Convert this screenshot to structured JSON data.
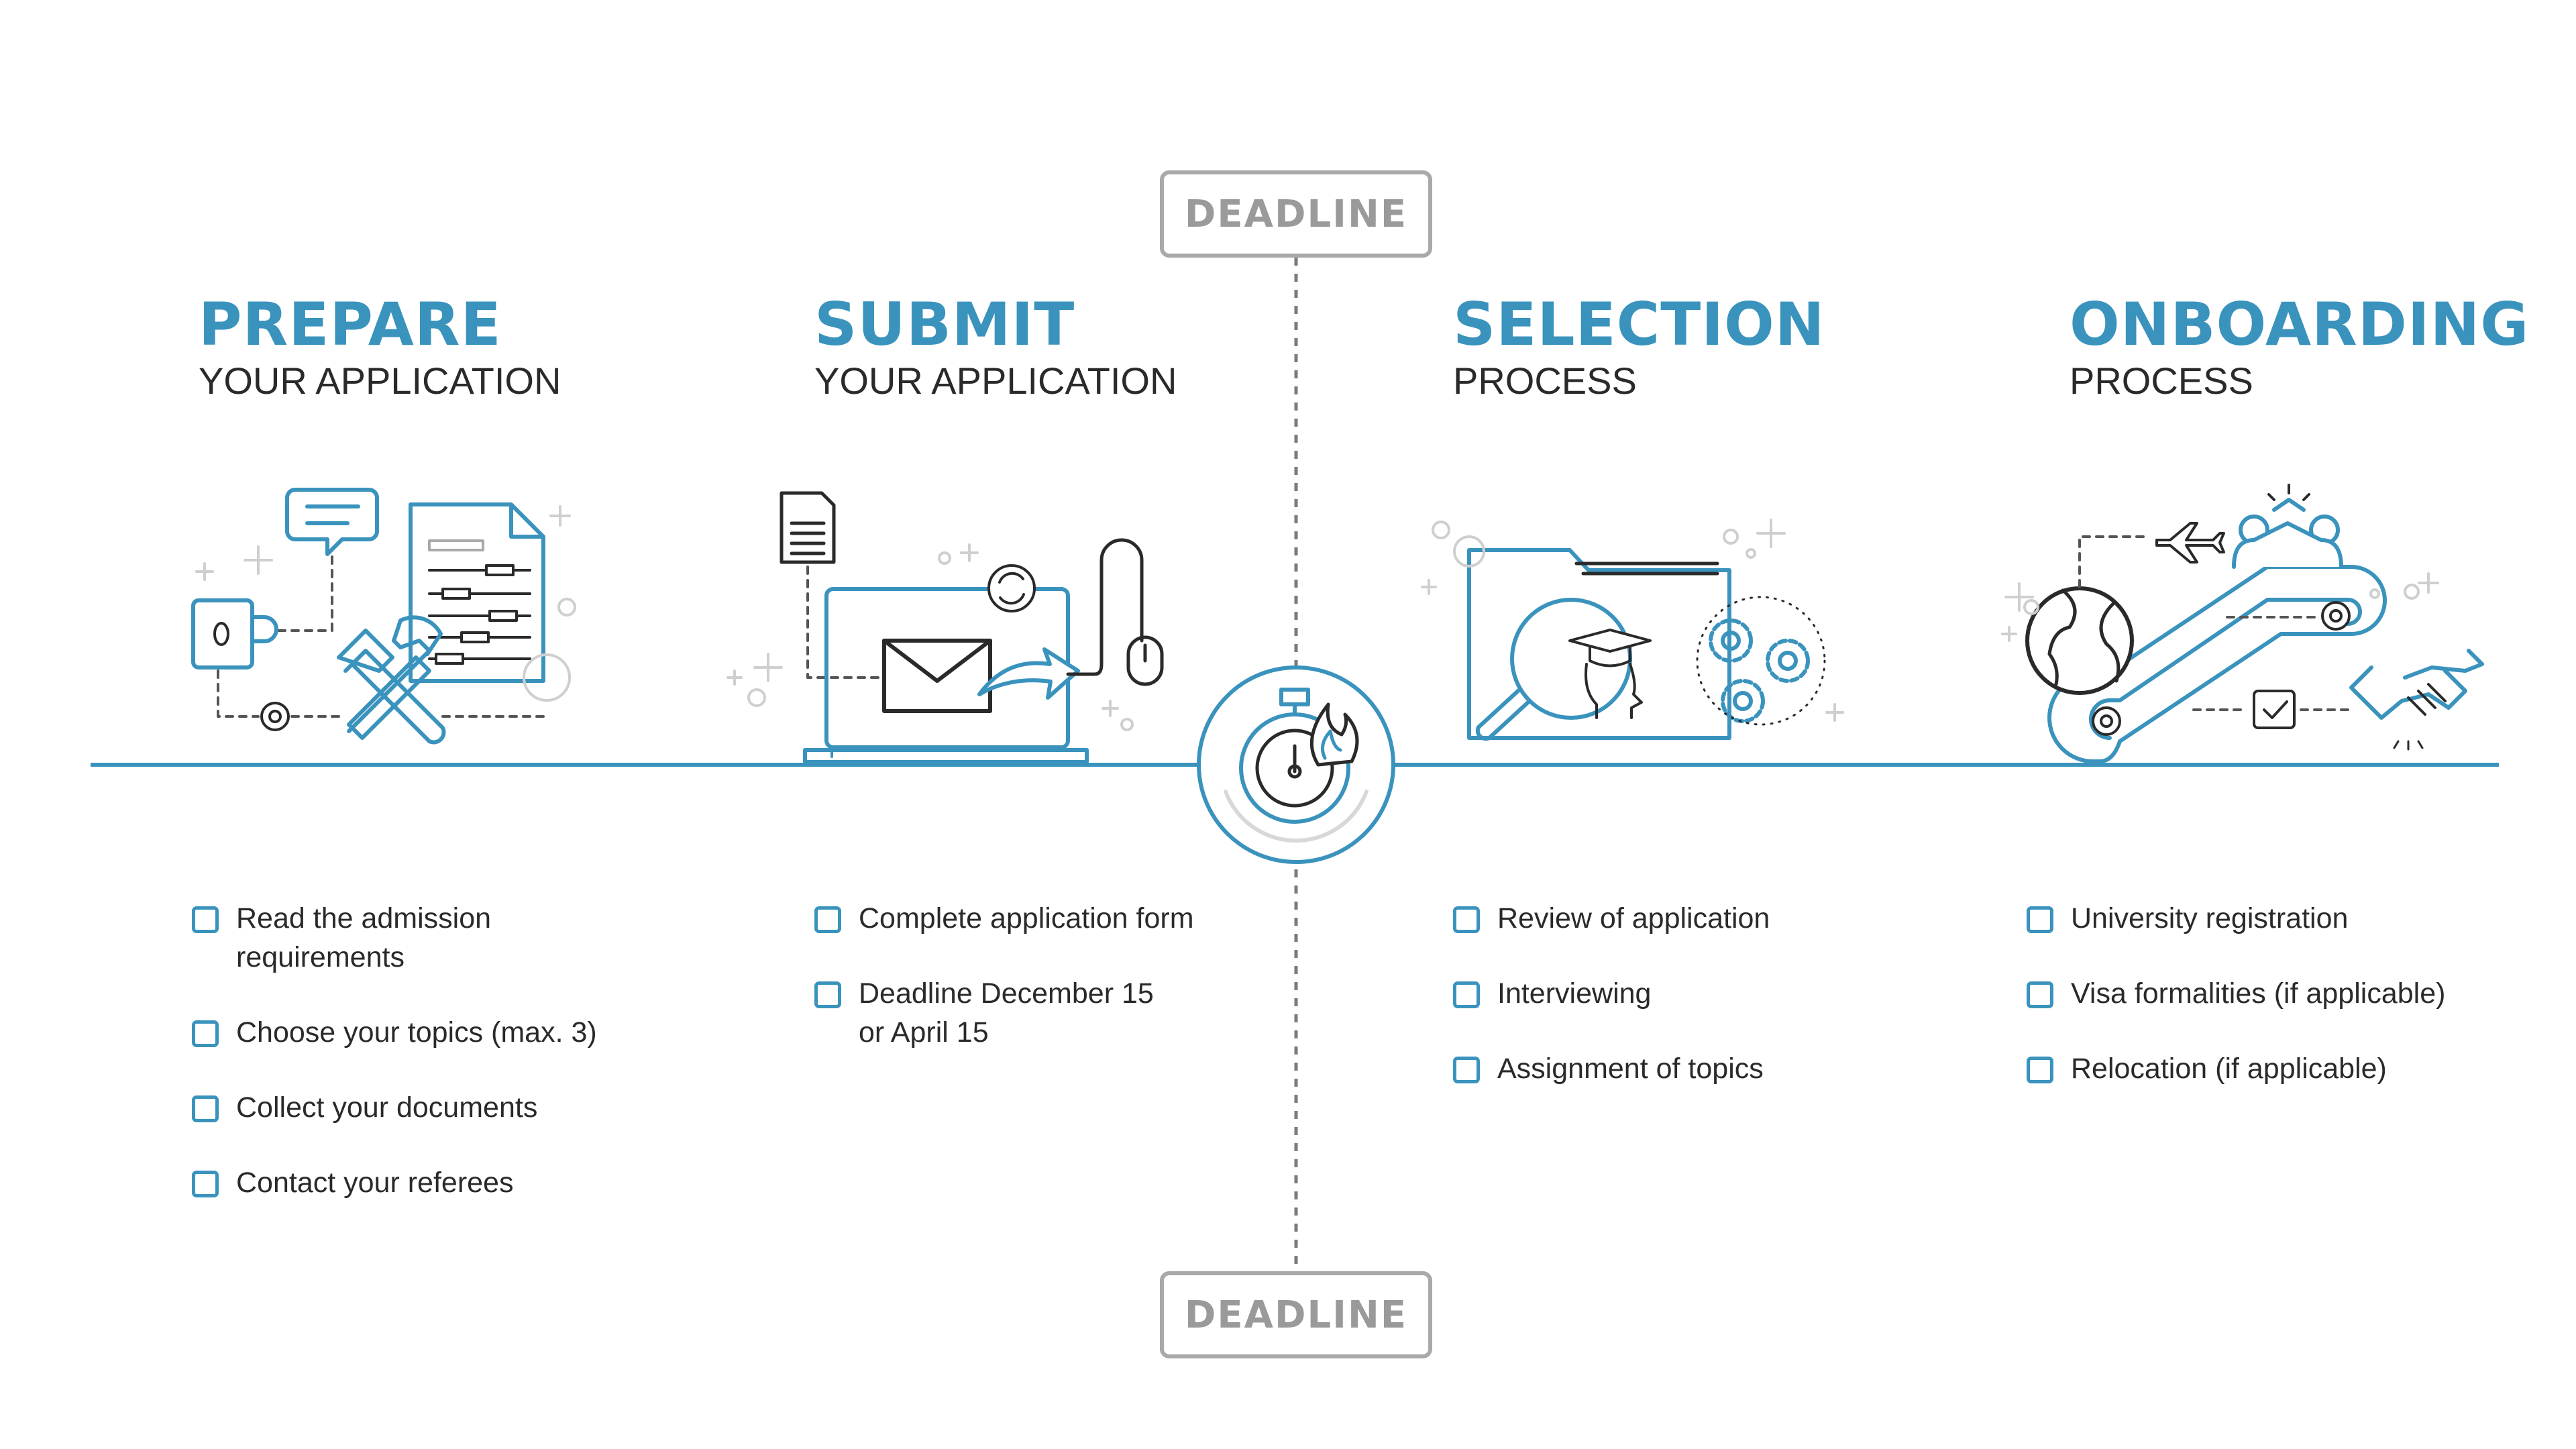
{
  "deadline": {
    "top_label": "DEADLINE",
    "bottom_label": "DEADLINE"
  },
  "stages": [
    {
      "title": "PREPARE",
      "subtitle": "YOUR APPLICATION",
      "items": [
        "Read the admission\nrequirements",
        "Choose your topics (max. 3)",
        "Collect your documents",
        "Contact your referees"
      ]
    },
    {
      "title": "SUBMIT",
      "subtitle": "YOUR APPLICATION",
      "items": [
        "Complete application form",
        "Deadline December 15\nor April 15"
      ]
    },
    {
      "title": "SELECTION",
      "subtitle": "PROCESS",
      "items": [
        "Review of application",
        "Interviewing",
        "Assignment of topics"
      ]
    },
    {
      "title": "ONBOARDING",
      "subtitle": "PROCESS",
      "items": [
        "University registration",
        "Visa formalities (if applicable)",
        "Relocation (if applicable)"
      ]
    }
  ],
  "colors": {
    "accent": "#3a93bd",
    "dark": "#2a2a2a",
    "gray": "#a9a9a9"
  },
  "icons": [
    "chat-bubble-icon",
    "document-icon",
    "coffee-mug-icon",
    "tools-icon",
    "gear-icon",
    "laptop-icon",
    "envelope-icon",
    "mouse-icon",
    "refresh-icon",
    "stopwatch-icon",
    "folder-icon",
    "magnifier-icon",
    "graduate-head-icon",
    "globe-icon",
    "airplane-icon",
    "escalator-icon",
    "people-icon",
    "handshake-icon",
    "checkbox-icon"
  ]
}
